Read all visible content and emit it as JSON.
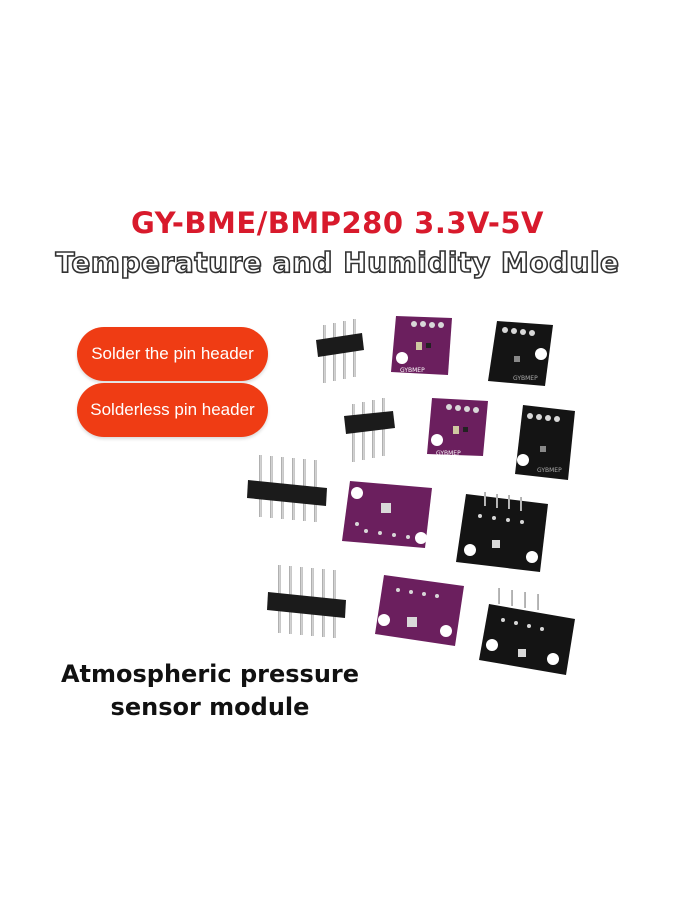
{
  "title": {
    "line1": "GY-BME/BMP280 3.3V-5V",
    "line2": "Temperature and Humidity Module"
  },
  "buttons": {
    "solder": "Solder the pin header",
    "solderless": "Solderless pin header"
  },
  "caption": {
    "line1": "Atmospheric pressure",
    "line2": "sensor module"
  },
  "board_marking": "GYBMEP",
  "colors": {
    "title_red": "#d81a2c",
    "pill_orange": "#ef3c14",
    "board_purple": "#6b1f5e",
    "board_black": "#141414",
    "pin_silver": "#c8c8c8"
  }
}
